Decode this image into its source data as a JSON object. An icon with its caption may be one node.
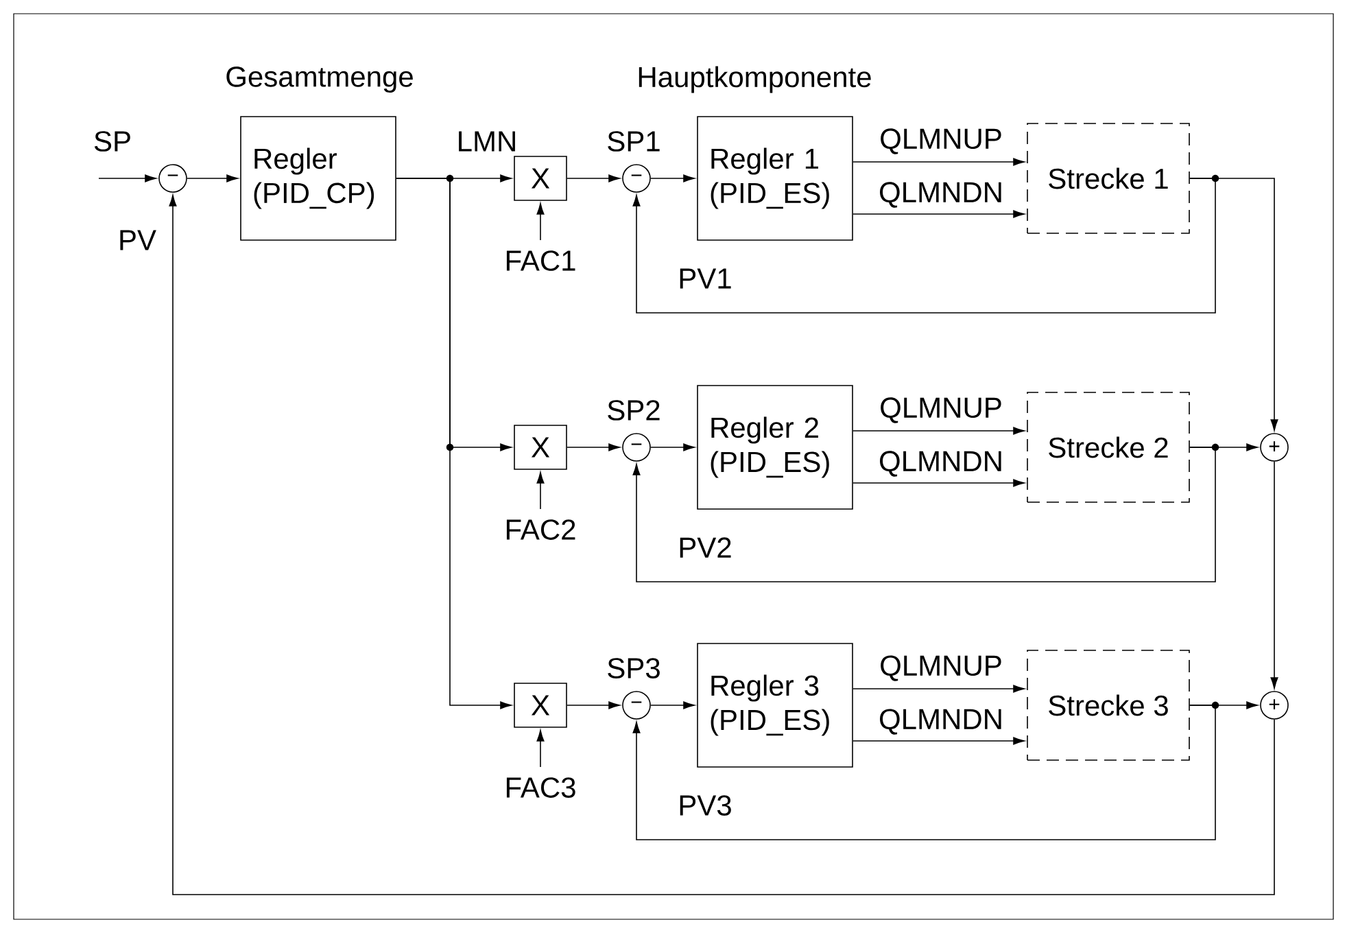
{
  "diagram": {
    "nodes": [
      {
        "text": [
          "−"
        ]
      },
      {
        "text": [
          "Regler (PID_CP)"
        ]
      },
      {
        "text": [
          "X"
        ]
      },
      {
        "text": [
          "−"
        ]
      },
      {
        "text": [
          "Regler 1 (PID_ES)"
        ]
      },
      {
        "text": [
          "Strecke 1"
        ]
      },
      {
        "text": [
          "X"
        ]
      },
      {
        "text": [
          "−"
        ]
      },
      {
        "text": [
          "Regler 2 (PID_ES)"
        ]
      },
      {
        "text": [
          "Strecke 2"
        ]
      },
      {
        "text": [
          "X"
        ]
      },
      {
        "text": [
          "−"
        ]
      },
      {
        "text": [
          "Regler 3 (PID_ES)"
        ]
      },
      {
        "text": [
          "Strecke 3"
        ]
      },
      {
        "text": [
          "+"
        ]
      },
      {
        "text": [
          "+"
        ]
      }
    ],
    "edges": [
      {
        "from": null,
        "to": 0,
        "arrow": "to",
        "label": "SP"
      },
      {
        "from": 15,
        "to": 0,
        "arrow": "to",
        "label": "PV"
      },
      {
        "from": 0,
        "to": 1,
        "arrow": "to"
      },
      {
        "from": 1,
        "to": 2,
        "arrow": "to",
        "label": "LMN"
      },
      {
        "from": 1,
        "to": 6,
        "arrow": "to"
      },
      {
        "from": 1,
        "to": 10,
        "arrow": "to"
      },
      {
        "from": null,
        "to": 2,
        "arrow": "to",
        "label": "FAC1"
      },
      {
        "from": 2,
        "to": 3,
        "arrow": "to",
        "label": "SP1"
      },
      {
        "from": 3,
        "to": 4,
        "arrow": "to"
      },
      {
        "from": 4,
        "to": 5,
        "arrow": "to",
        "label": "QLMNUP"
      },
      {
        "from": 4,
        "to": 5,
        "arrow": "to",
        "label": "QLMNDN"
      },
      {
        "from": 5,
        "to": 3,
        "arrow": "to",
        "label": "PV1"
      },
      {
        "from": 5,
        "to": 14,
        "arrow": "to"
      },
      {
        "from": null,
        "to": 6,
        "arrow": "to",
        "label": "FAC2"
      },
      {
        "from": 6,
        "to": 7,
        "arrow": "to",
        "label": "SP2"
      },
      {
        "from": 7,
        "to": 8,
        "arrow": "to"
      },
      {
        "from": 8,
        "to": 9,
        "arrow": "to",
        "label": "QLMNUP"
      },
      {
        "from": 8,
        "to": 9,
        "arrow": "to",
        "label": "QLMNDN"
      },
      {
        "from": 9,
        "to": 7,
        "arrow": "to",
        "label": "PV2"
      },
      {
        "from": 9,
        "to": 14,
        "arrow": "to"
      },
      {
        "from": 14,
        "to": 15,
        "arrow": "to"
      },
      {
        "from": null,
        "to": 10,
        "arrow": "to",
        "label": "FAC3"
      },
      {
        "from": 10,
        "to": 11,
        "arrow": "to",
        "label": "SP3"
      },
      {
        "from": 11,
        "to": 12,
        "arrow": "to"
      },
      {
        "from": 12,
        "to": 13,
        "arrow": "to",
        "label": "QLMNUP"
      },
      {
        "from": 12,
        "to": 13,
        "arrow": "to",
        "label": "QLMNDN"
      },
      {
        "from": 13,
        "to": 11,
        "arrow": "to",
        "label": "PV3"
      },
      {
        "from": 13,
        "to": 15,
        "arrow": "to"
      }
    ],
    "labels": [
      "Gesamtmenge",
      "Hauptkomponente"
    ]
  }
}
